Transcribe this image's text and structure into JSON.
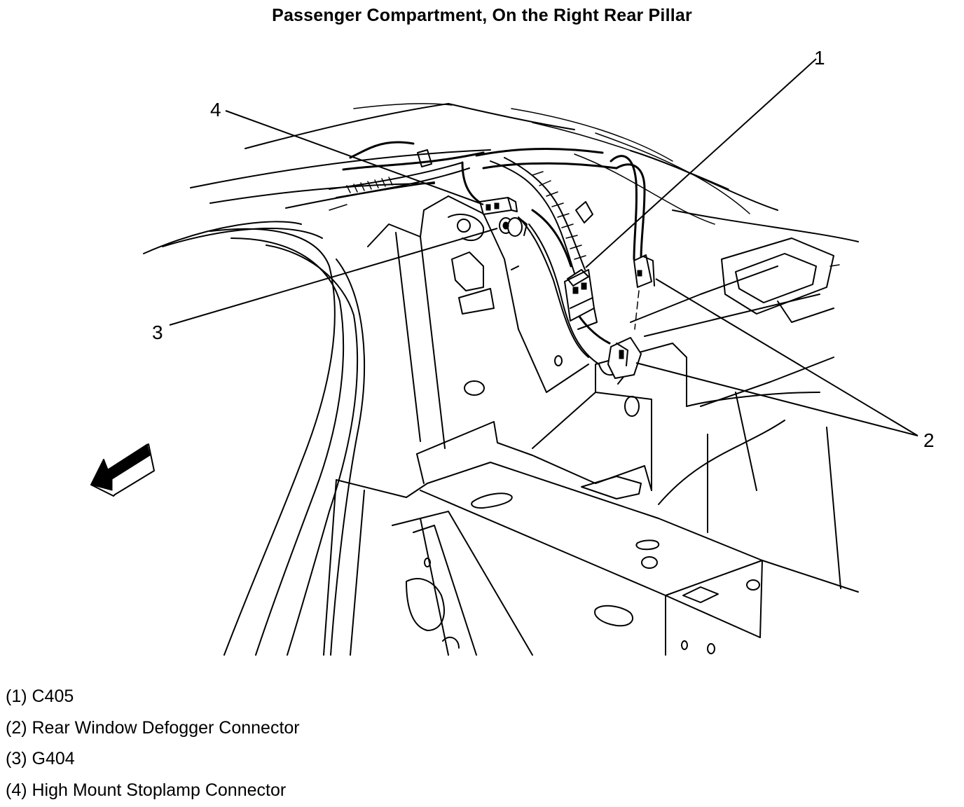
{
  "title": "Passenger Compartment, On the Right Rear Pillar",
  "callouts": [
    "1",
    "2",
    "3",
    "4"
  ],
  "legend": [
    "(1) C405",
    "(2) Rear Window Defogger Connector",
    "(3) G404",
    "(4) High Mount Stoplamp Connector"
  ],
  "icons": [
    "direction-arrow-icon"
  ]
}
